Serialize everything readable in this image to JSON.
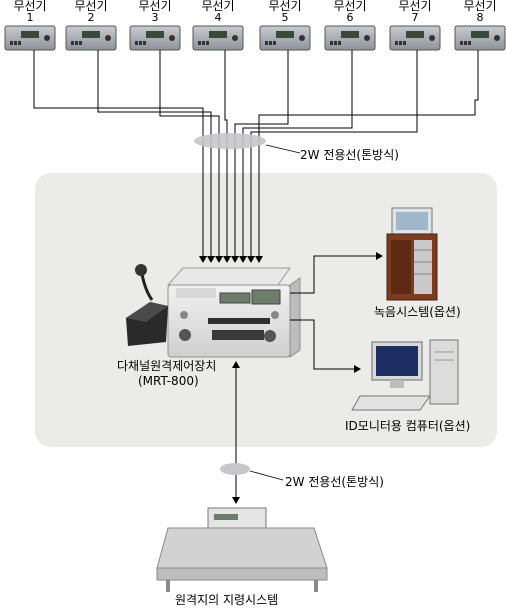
{
  "radios": [
    {
      "name": "무선기",
      "num": "1"
    },
    {
      "name": "무선기",
      "num": "2"
    },
    {
      "name": "무선기",
      "num": "3"
    },
    {
      "name": "무선기",
      "num": "4"
    },
    {
      "name": "무선기",
      "num": "5"
    },
    {
      "name": "무선기",
      "num": "6"
    },
    {
      "name": "무선기",
      "num": "7"
    },
    {
      "name": "무선기",
      "num": "8"
    }
  ],
  "line_label_top": "2W 전용선(톤방식)",
  "line_label_bottom": "2W 전용선(톤방식)",
  "controller": {
    "name": "다채널원격제어장치",
    "model": "(MRT-800)"
  },
  "recorder_label": "녹음시스템(옵션)",
  "pc_label": "ID모니터용 컴퓨터(옵션)",
  "remote_label": "원격지의 지령시스템"
}
